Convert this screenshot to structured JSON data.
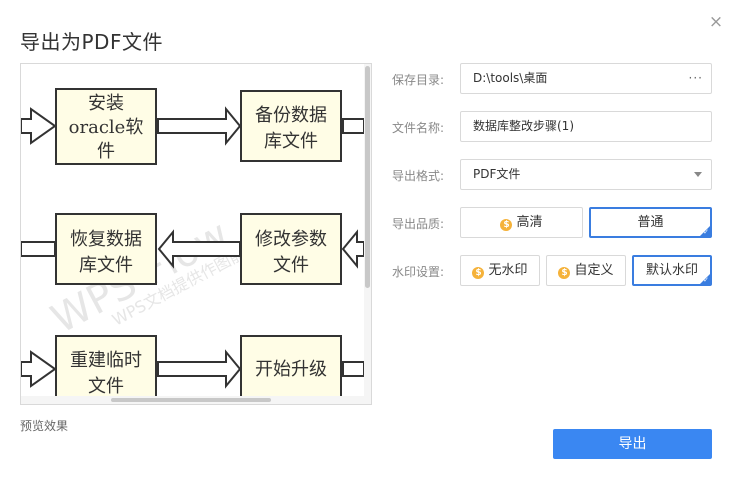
{
  "dialog": {
    "title": "导出为PDF文件",
    "close_symbol": "×"
  },
  "preview": {
    "caption": "预览效果",
    "watermark_line1": "WPS Flow",
    "watermark_line2": "WPS文档提供作图能力",
    "nodes": [
      "安装",
      "oracle软",
      "件",
      "备份数据",
      "库文件",
      "恢复数据",
      "库文件",
      "修改参数",
      "文件",
      "重建临时",
      "文件",
      "开始升级"
    ]
  },
  "form": {
    "save_dir_label": "保存目录:",
    "save_dir_value": "D:\\tools\\桌面",
    "browse_symbol": "···",
    "filename_label": "文件名称:",
    "filename_value": "数据库整改步骤(1)",
    "format_label": "导出格式:",
    "format_value": "PDF文件",
    "quality_label": "导出品质:",
    "quality_options": [
      "高清",
      "普通"
    ],
    "watermark_label": "水印设置:",
    "watermark_options": [
      "无水印",
      "自定义",
      "默认水印"
    ]
  },
  "coin_symbol": "$",
  "export_label": "导出"
}
